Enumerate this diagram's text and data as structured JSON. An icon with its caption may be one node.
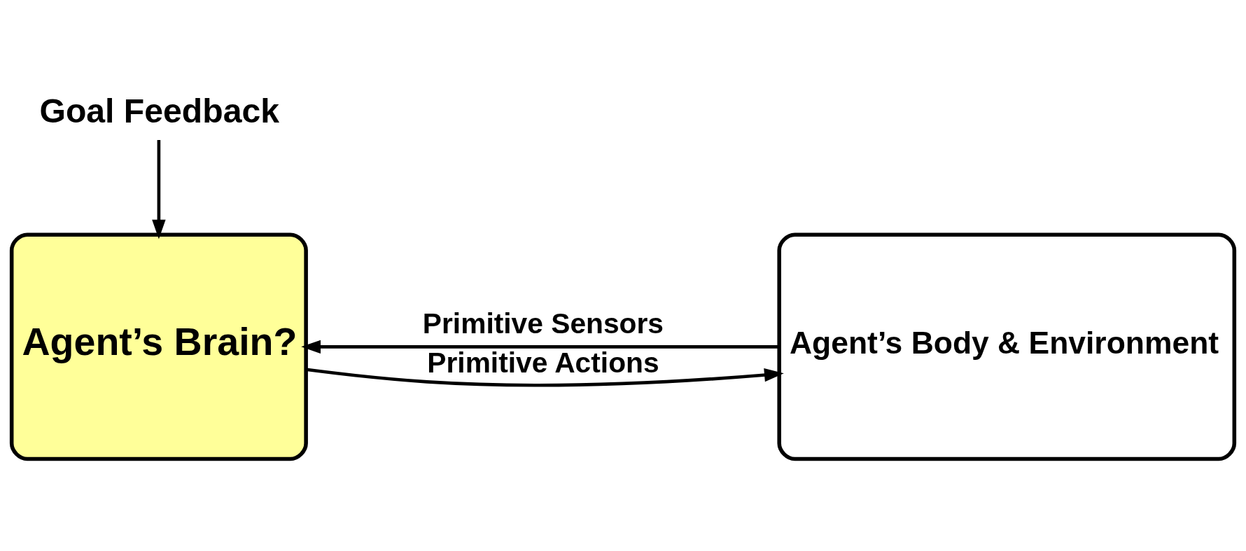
{
  "diagram": {
    "nodes": [
      {
        "text": [
          "Goal Feedback"
        ]
      },
      {
        "text": [
          "Agent’s Brain?"
        ]
      },
      {
        "text": [
          "Agent’s Body & Environment"
        ]
      }
    ],
    "edges": [
      {
        "from": 0,
        "to": 1,
        "arrow": "to"
      },
      {
        "from": 1,
        "to": 2,
        "arrow": "to",
        "label": "Primitive Actions"
      },
      {
        "from": 2,
        "to": 1,
        "arrow": "to",
        "label": "Primitive Sensors"
      }
    ]
  }
}
